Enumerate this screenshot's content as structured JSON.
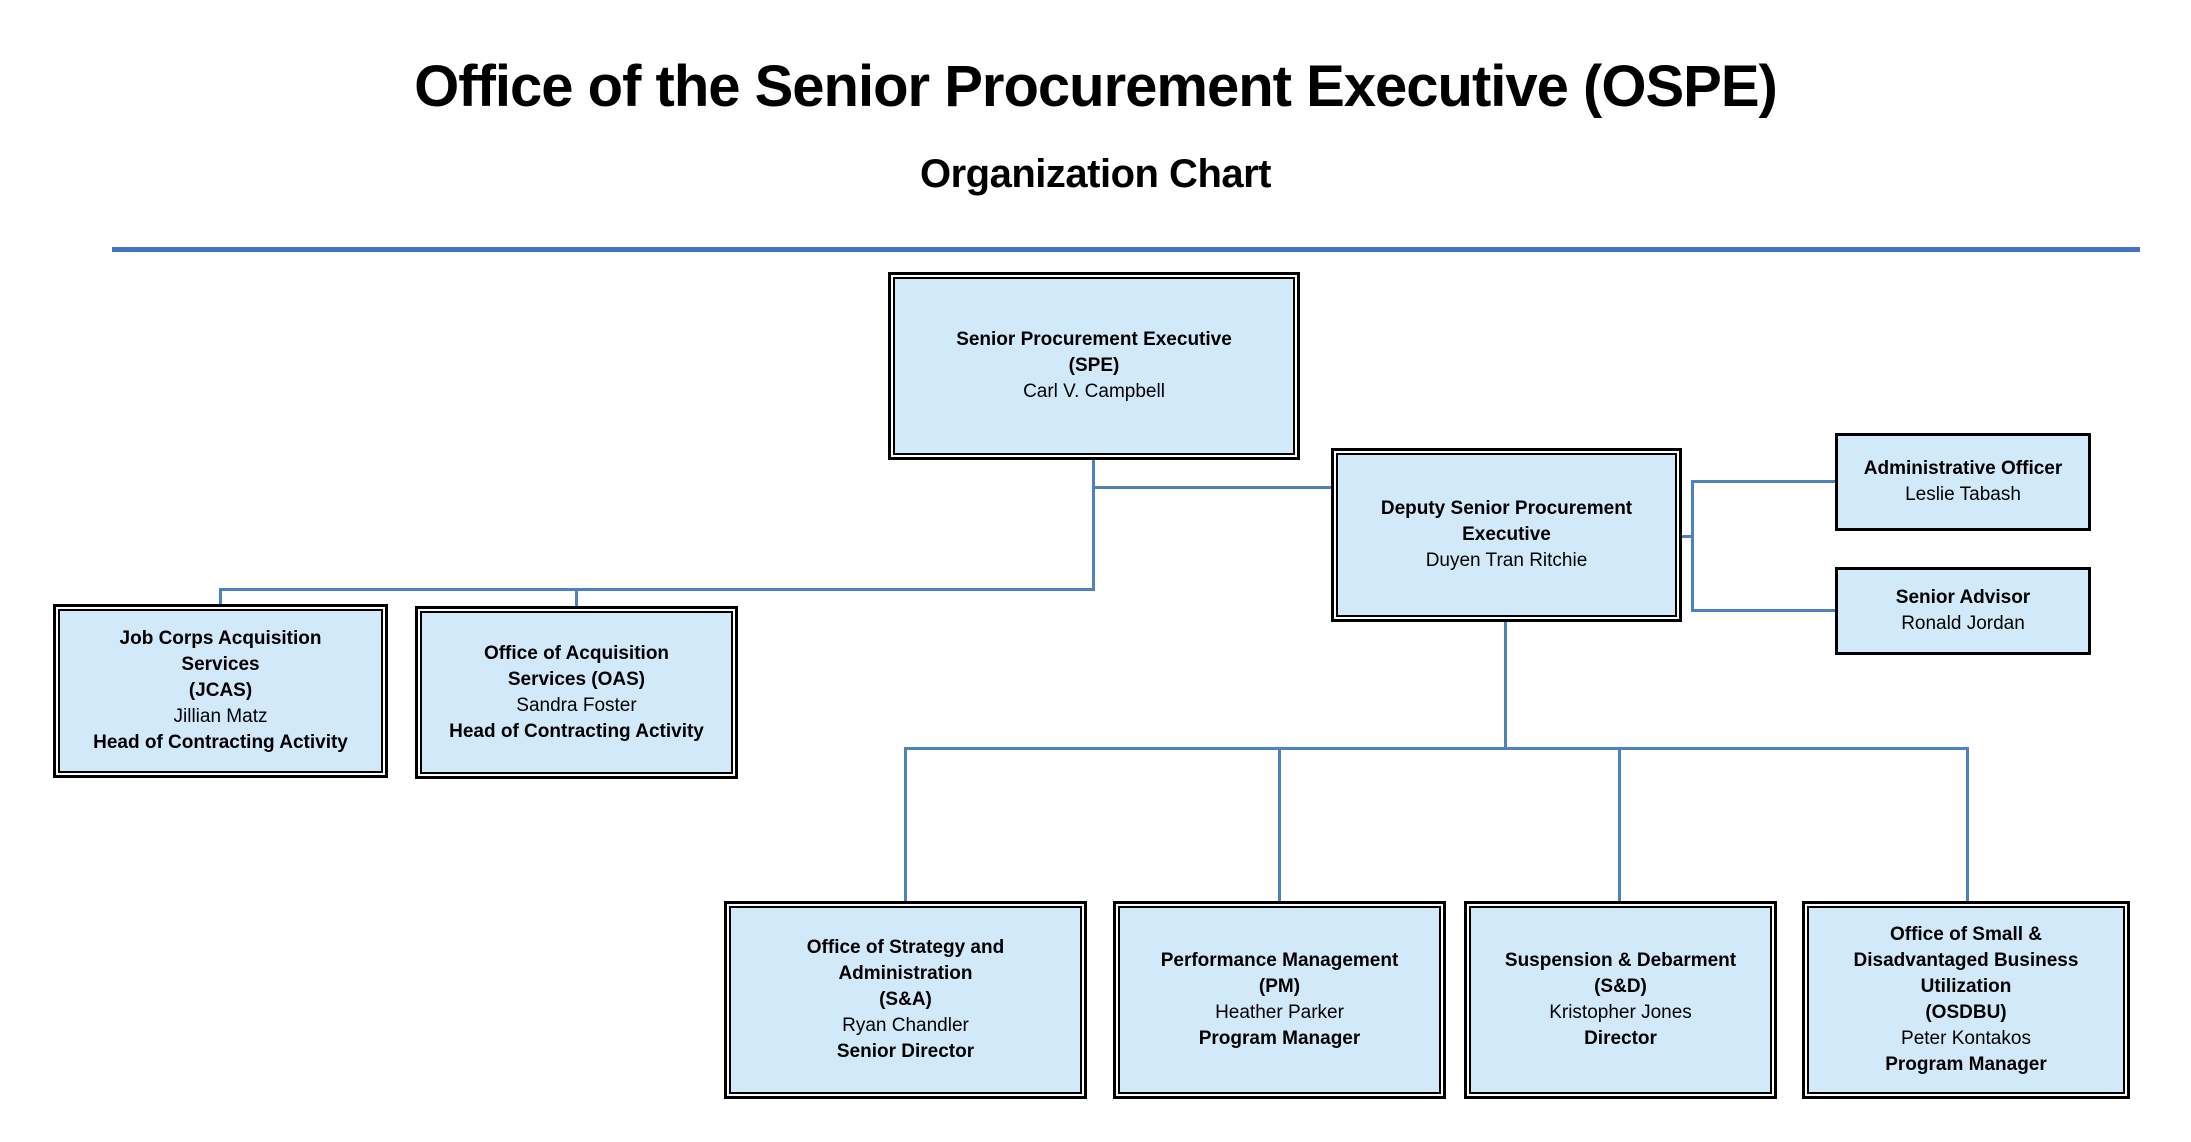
{
  "header": {
    "title": "Office of the Senior Procurement Executive (OSPE)",
    "subtitle": "Organization Chart"
  },
  "colors": {
    "box_fill": "#d2e9fa",
    "connector": "#4f81bd",
    "divider": "#4472c4",
    "border": "#000000"
  },
  "nodes": {
    "spe": {
      "dept": "Senior Procurement Executive\n(SPE)",
      "person": "Carl V. Campbell"
    },
    "deputy": {
      "dept": "Deputy Senior Procurement\nExecutive",
      "person": "Duyen Tran Ritchie"
    },
    "admin": {
      "dept": "Administrative Officer",
      "person": "Leslie Tabash"
    },
    "advisor": {
      "dept": "Senior Advisor",
      "person": "Ronald Jordan"
    },
    "jcas": {
      "dept": "Job Corps Acquisition\nServices\n(JCAS)",
      "person": "Jillian Matz",
      "role": "Head of Contracting Activity"
    },
    "oas": {
      "dept": "Office of Acquisition\nServices (OAS)",
      "person": "Sandra Foster",
      "role": "Head of Contracting Activity"
    },
    "sa": {
      "dept": "Office of Strategy and\nAdministration\n(S&A)",
      "person": "Ryan Chandler",
      "role": "Senior Director"
    },
    "pm": {
      "dept": "Performance Management\n(PM)",
      "person": "Heather Parker",
      "role": "Program Manager"
    },
    "sd": {
      "dept": "Suspension & Debarment\n(S&D)",
      "person": "Kristopher Jones",
      "role": "Director"
    },
    "osdbu": {
      "dept": "Office of Small &\nDisadvantaged Business\nUtilization\n(OSDBU)",
      "person": "Peter Kontakos",
      "role": "Program Manager"
    }
  }
}
